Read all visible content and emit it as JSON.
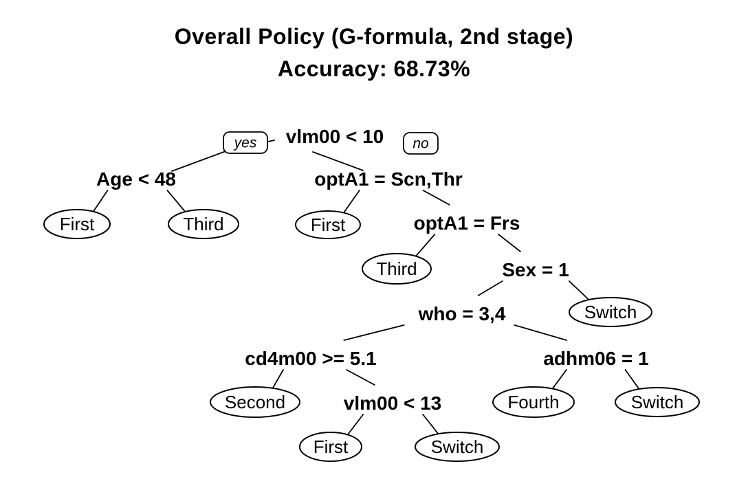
{
  "title": {
    "line1": "Overall Policy (G-formula, 2nd stage)",
    "line2": "Accuracy: 68.73%"
  },
  "edge_labels": {
    "yes": "yes",
    "no": "no"
  },
  "colors": {
    "ink": "#000000",
    "background": "#ffffff",
    "node_fill": "#ffffff"
  },
  "tree": {
    "type": "decision-tree",
    "nodes": [
      {
        "id": "root",
        "type": "split",
        "label": "vlm00 < 10",
        "parent": null,
        "side": null
      },
      {
        "id": "age48",
        "type": "split",
        "label": "Age < 48",
        "parent": "root",
        "side": "yes"
      },
      {
        "id": "first1",
        "type": "leaf",
        "label": "First",
        "parent": "age48",
        "side": "yes"
      },
      {
        "id": "third1",
        "type": "leaf",
        "label": "Third",
        "parent": "age48",
        "side": "no"
      },
      {
        "id": "optA1scn",
        "type": "split",
        "label": "optA1 = Scn,Thr",
        "parent": "root",
        "side": "no"
      },
      {
        "id": "first2",
        "type": "leaf",
        "label": "First",
        "parent": "optA1scn",
        "side": "yes"
      },
      {
        "id": "optA1frs",
        "type": "split",
        "label": "optA1 = Frs",
        "parent": "optA1scn",
        "side": "no"
      },
      {
        "id": "third2",
        "type": "leaf",
        "label": "Third",
        "parent": "optA1frs",
        "side": "yes"
      },
      {
        "id": "sex1",
        "type": "split",
        "label": "Sex = 1",
        "parent": "optA1frs",
        "side": "no"
      },
      {
        "id": "who34",
        "type": "split",
        "label": "who = 3,4",
        "parent": "sex1",
        "side": "yes"
      },
      {
        "id": "switch1",
        "type": "leaf",
        "label": "Switch",
        "parent": "sex1",
        "side": "no"
      },
      {
        "id": "cd4",
        "type": "split",
        "label": "cd4m00 >= 5.1",
        "parent": "who34",
        "side": "yes"
      },
      {
        "id": "adhm",
        "type": "split",
        "label": "adhm06 = 1",
        "parent": "who34",
        "side": "no"
      },
      {
        "id": "second1",
        "type": "leaf",
        "label": "Second",
        "parent": "cd4",
        "side": "yes"
      },
      {
        "id": "vlm13",
        "type": "split",
        "label": "vlm00 < 13",
        "parent": "cd4",
        "side": "no"
      },
      {
        "id": "first3",
        "type": "leaf",
        "label": "First",
        "parent": "vlm13",
        "side": "yes"
      },
      {
        "id": "switch3",
        "type": "leaf",
        "label": "Switch",
        "parent": "vlm13",
        "side": "no"
      },
      {
        "id": "fourth1",
        "type": "leaf",
        "label": "Fourth",
        "parent": "adhm",
        "side": "yes"
      },
      {
        "id": "switch2",
        "type": "leaf",
        "label": "Switch",
        "parent": "adhm",
        "side": "no"
      }
    ]
  }
}
